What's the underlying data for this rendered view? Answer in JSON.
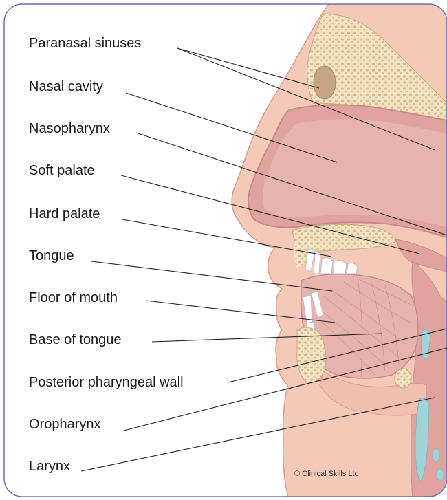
{
  "labels": [
    "Paranasal sinuses",
    "Nasal cavity",
    "Nasopharynx",
    "Soft palate",
    "Hard palate",
    "Tongue",
    "Floor of mouth",
    "Base of tongue",
    "Posterior pharyngeal wall",
    "Oropharynx",
    "Larynx"
  ],
  "copyright": "© Clinical Skills Ltd",
  "colors": {
    "skin": "#f4c9b8",
    "skin_dark": "#e9a995",
    "cavity": "#e0a3a0",
    "cavity_dark": "#c98a88",
    "bone": "#f1e2c4",
    "bone_dot": "#d9b98a",
    "sinus": "#c5a585",
    "cartilage": "#9fd3d6",
    "frame": "#6b6db3"
  }
}
